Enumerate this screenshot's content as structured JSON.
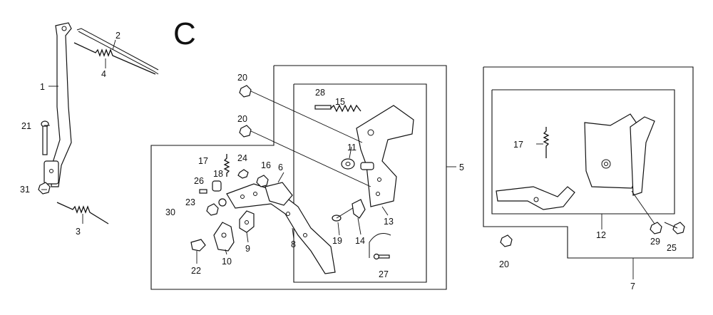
{
  "diagram": {
    "section_letter": "C",
    "callouts": [
      {
        "id": "c1",
        "text": "1"
      },
      {
        "id": "c2",
        "text": "2"
      },
      {
        "id": "c3",
        "text": "3"
      },
      {
        "id": "c4",
        "text": "4"
      },
      {
        "id": "c5",
        "text": "5"
      },
      {
        "id": "c6",
        "text": "6"
      },
      {
        "id": "c7",
        "text": "7"
      },
      {
        "id": "c8",
        "text": "8"
      },
      {
        "id": "c9",
        "text": "9"
      },
      {
        "id": "c10",
        "text": "10"
      },
      {
        "id": "c11",
        "text": "11"
      },
      {
        "id": "c12",
        "text": "12"
      },
      {
        "id": "c13",
        "text": "13"
      },
      {
        "id": "c14",
        "text": "14"
      },
      {
        "id": "c15",
        "text": "15"
      },
      {
        "id": "c16",
        "text": "16"
      },
      {
        "id": "c17a",
        "text": "17"
      },
      {
        "id": "c17b",
        "text": "17"
      },
      {
        "id": "c18",
        "text": "18"
      },
      {
        "id": "c19",
        "text": "19"
      },
      {
        "id": "c20a",
        "text": "20"
      },
      {
        "id": "c20b",
        "text": "20"
      },
      {
        "id": "c20c",
        "text": "20"
      },
      {
        "id": "c21",
        "text": "21"
      },
      {
        "id": "c22",
        "text": "22"
      },
      {
        "id": "c23",
        "text": "23"
      },
      {
        "id": "c24",
        "text": "24"
      },
      {
        "id": "c25",
        "text": "25"
      },
      {
        "id": "c26",
        "text": "26"
      },
      {
        "id": "c27",
        "text": "27"
      },
      {
        "id": "c28",
        "text": "28"
      },
      {
        "id": "c29",
        "text": "29"
      },
      {
        "id": "c30",
        "text": "30"
      },
      {
        "id": "c31",
        "text": "31"
      }
    ]
  }
}
